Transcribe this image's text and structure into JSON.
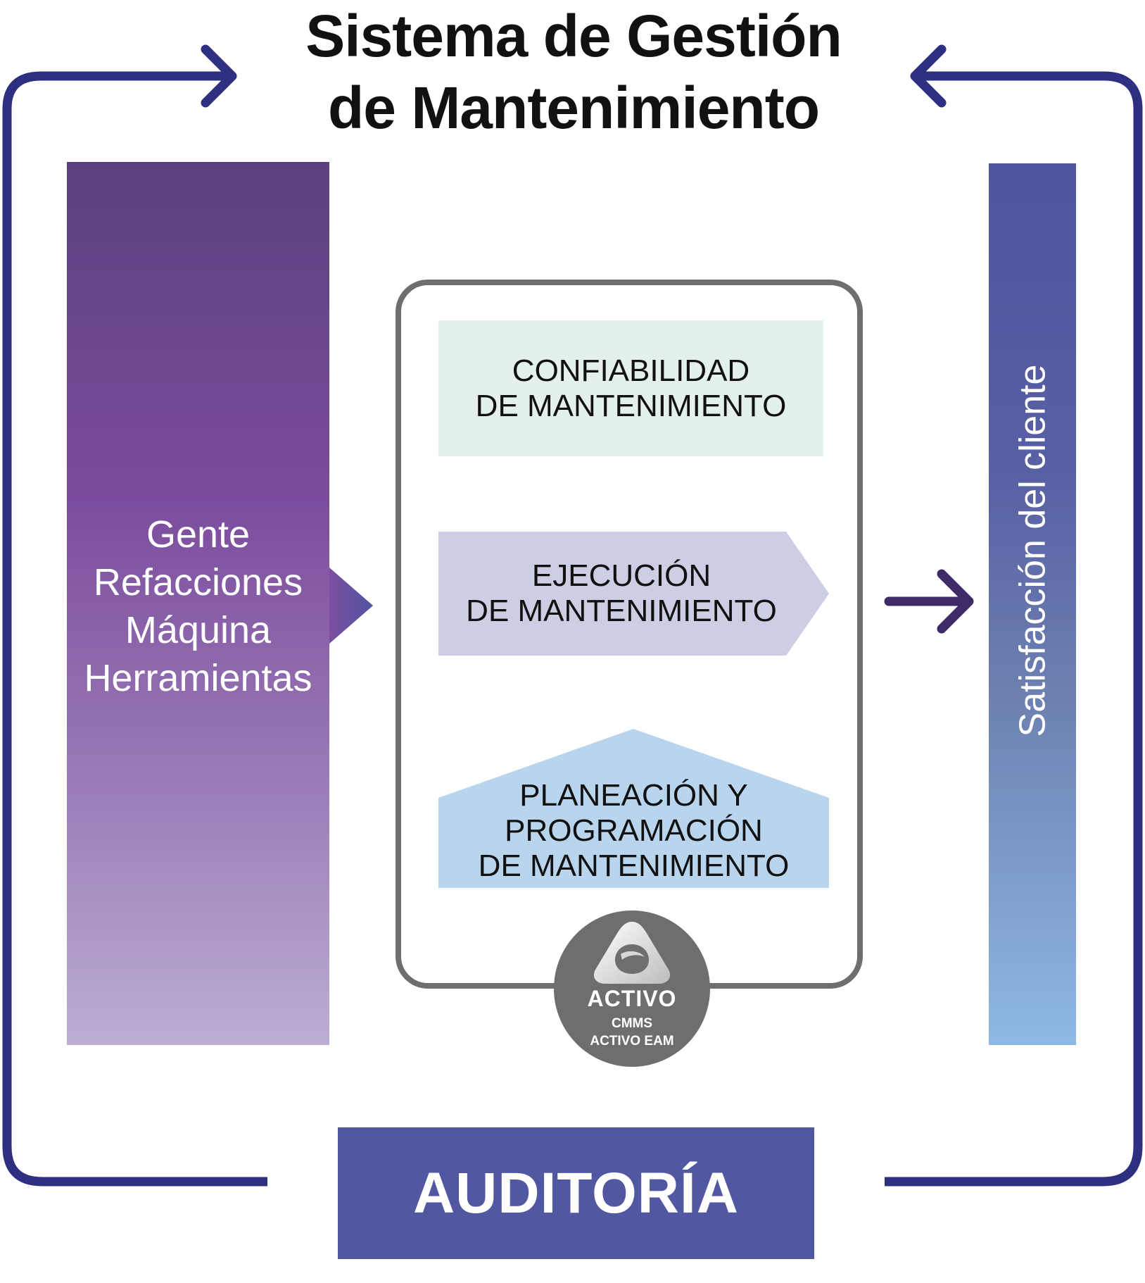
{
  "title": {
    "line1": "Sistema de Gestión",
    "line2": "de Mantenimiento"
  },
  "resources": {
    "items": [
      "Gente",
      "Refacciones",
      "Máquina",
      "Herramientas"
    ]
  },
  "customer": {
    "label": "Satisfacción del cliente"
  },
  "core": {
    "reliability": {
      "line1": "CONFIABILIDAD",
      "line2": "DE MANTENIMIENTO"
    },
    "execution": {
      "line1": "EJECUCIÓN",
      "line2": "DE MANTENIMIENTO"
    },
    "planning": {
      "line1": "PLANEACIÓN Y",
      "line2": "PROGRAMACIÓN",
      "line3": "DE MANTENIMIENTO"
    }
  },
  "logo": {
    "name": "ACTIVO",
    "sub1": "CMMS",
    "sub2": "ACTIVO EAM"
  },
  "audit": {
    "label": "AUDITORÍA"
  },
  "colors": {
    "loop": "#2f2f82",
    "panel_border": "#6e6e6e",
    "reliability_bg": "#e4f0ec",
    "execution_bg": "#cdcde4",
    "planning_bg": "#b9d5ee",
    "audit_bg": "#5157a1",
    "output_arrow": "#3f2a68"
  }
}
